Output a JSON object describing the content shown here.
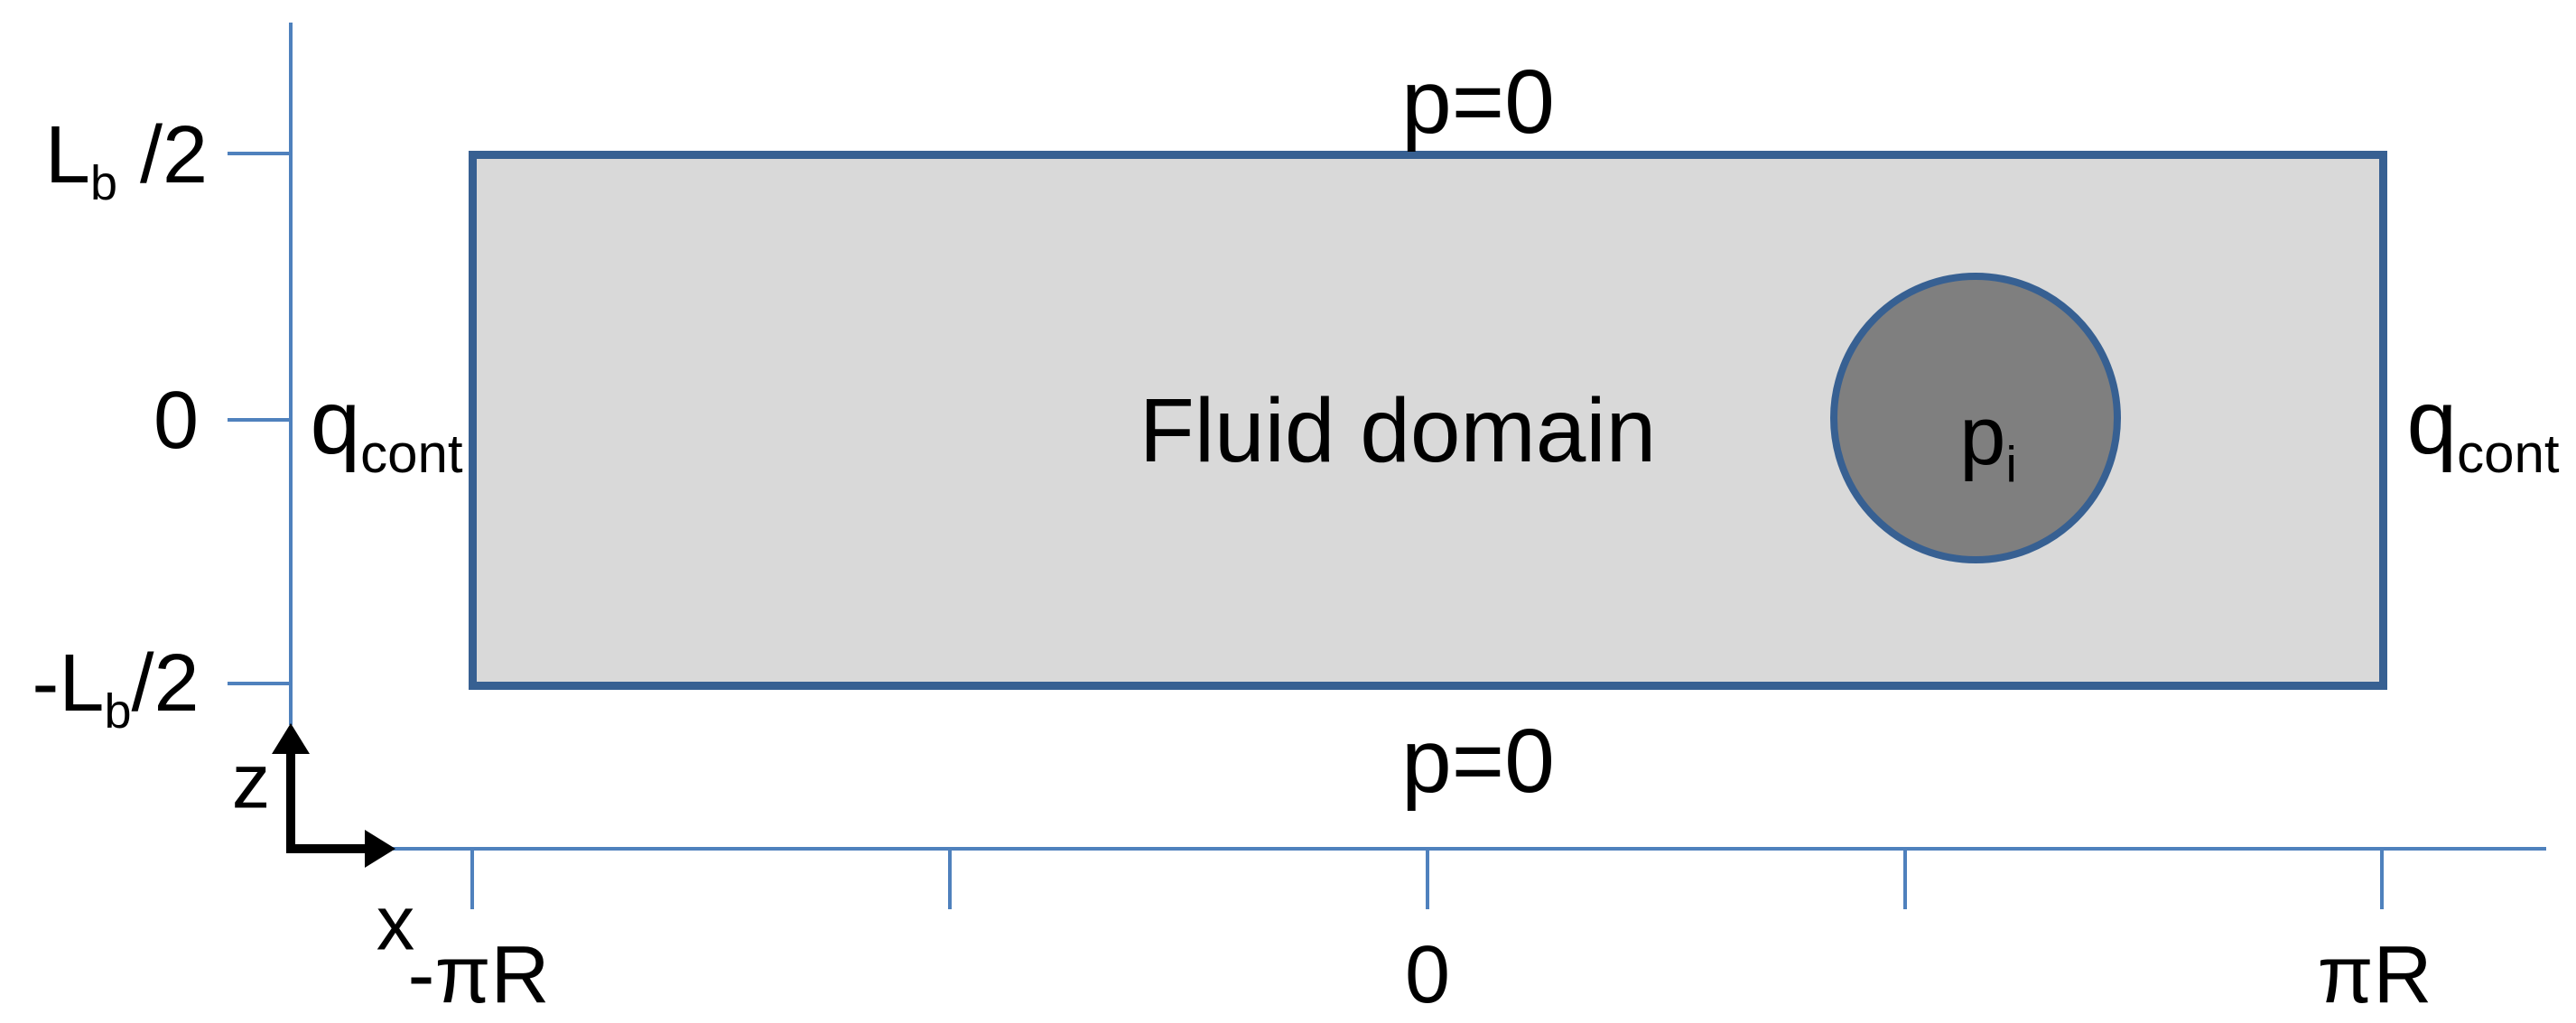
{
  "colors": {
    "axis_color": "#4f81bd",
    "border_color": "#376092",
    "domain_fill": "#d9d9d9",
    "inclusion_fill": "#7f7f7f",
    "text_color": "#000000",
    "background": "#ffffff"
  },
  "labels": {
    "p0_top": "p=0",
    "p0_bottom": "p=0",
    "fluid_domain": "Fluid domain",
    "q_left": {
      "base": "q",
      "sub": "cont"
    },
    "q_right": {
      "base": "q",
      "sub": "cont"
    },
    "p_i": {
      "base": "p",
      "sub": "i"
    },
    "z_axis_name": "z",
    "x_axis_name": "x",
    "z_ticks": {
      "top": {
        "pre": "L",
        "sub": "b",
        "post": " /2"
      },
      "mid": "0",
      "bottom": {
        "pre": "-L",
        "sub": "b",
        "post": "/2"
      }
    },
    "x_ticks": {
      "left": "-πR",
      "mid": "0",
      "right": "πR"
    }
  }
}
